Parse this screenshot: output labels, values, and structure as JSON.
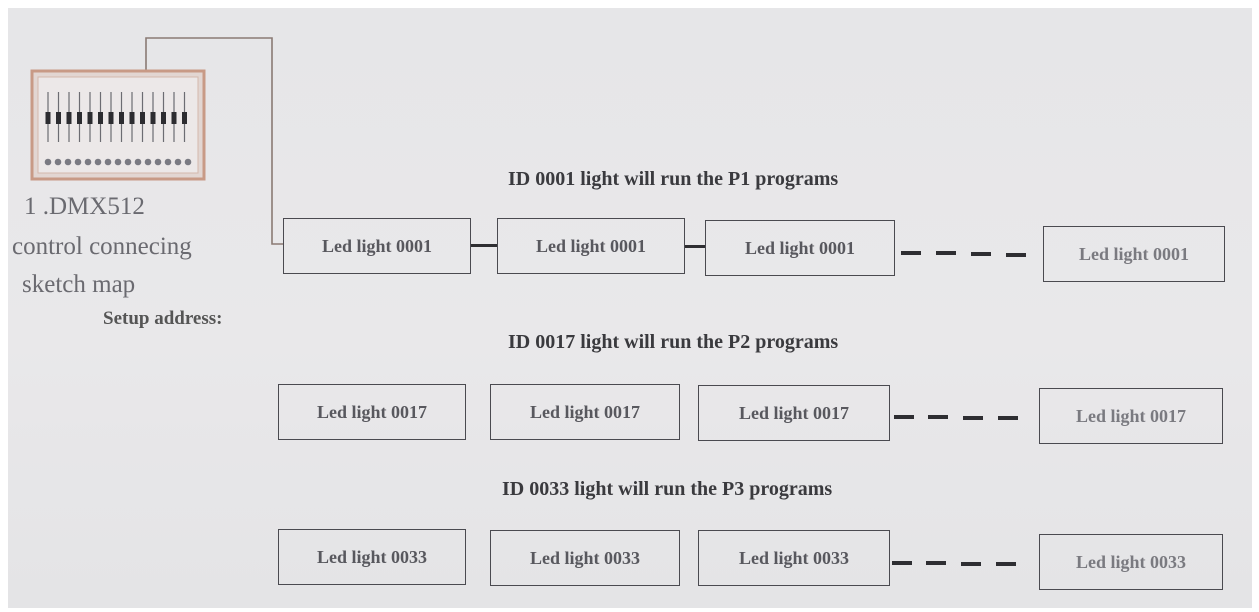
{
  "caption": {
    "line1": "1 .DMX512",
    "line2": "control connecing",
    "line3": "sketch map"
  },
  "setup_label": "Setup address:",
  "rows": [
    {
      "heading": "ID 0001 light will run the P1 programs",
      "lights": [
        "Led light 0001",
        "Led light 0001",
        "Led light 0001",
        "Led light 0001"
      ]
    },
    {
      "heading": "ID 0017 light will run the P2 programs",
      "lights": [
        "Led light 0017",
        "Led light 0017",
        "Led light 0017",
        "Led light 0017"
      ]
    },
    {
      "heading": "ID 0033 light will run the P3 programs",
      "lights": [
        "Led light 0033",
        "Led light 0033",
        "Led light 0033",
        "Led light 0033"
      ]
    }
  ],
  "colors": {
    "controller_border": "#c89a86",
    "cable": "#8a7a74",
    "line": "#2e2e32"
  }
}
